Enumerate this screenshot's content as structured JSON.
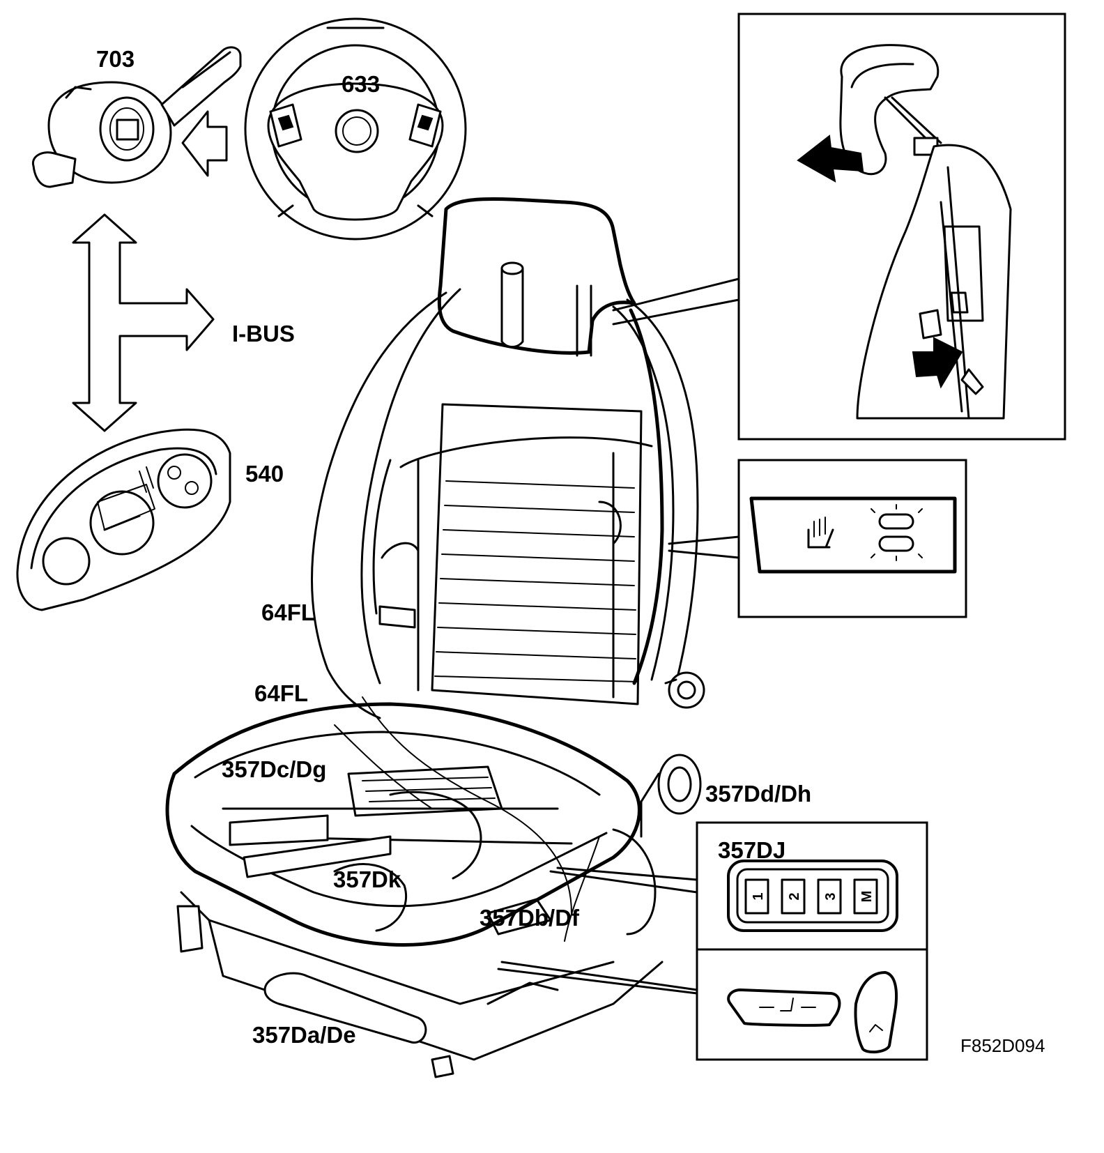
{
  "labels": {
    "stalk": "703",
    "wheel": "633",
    "bus": "I-BUS",
    "cluster": "540",
    "harness_upper": "64FL",
    "harness_lower": "64FL",
    "motor_dc_dg": "357Dc/Dg",
    "motor_dd_dh": "357Dd/Dh",
    "memory_panel": "357DJ",
    "motor_dk": "357Dk",
    "motor_db_df": "357Db/Df",
    "motor_da_de": "357Da/De",
    "figure_code": "F852D094"
  },
  "memory_buttons": [
    "1",
    "2",
    "3",
    "M"
  ],
  "colors": {
    "ink": "#000000",
    "paper": "#ffffff"
  }
}
